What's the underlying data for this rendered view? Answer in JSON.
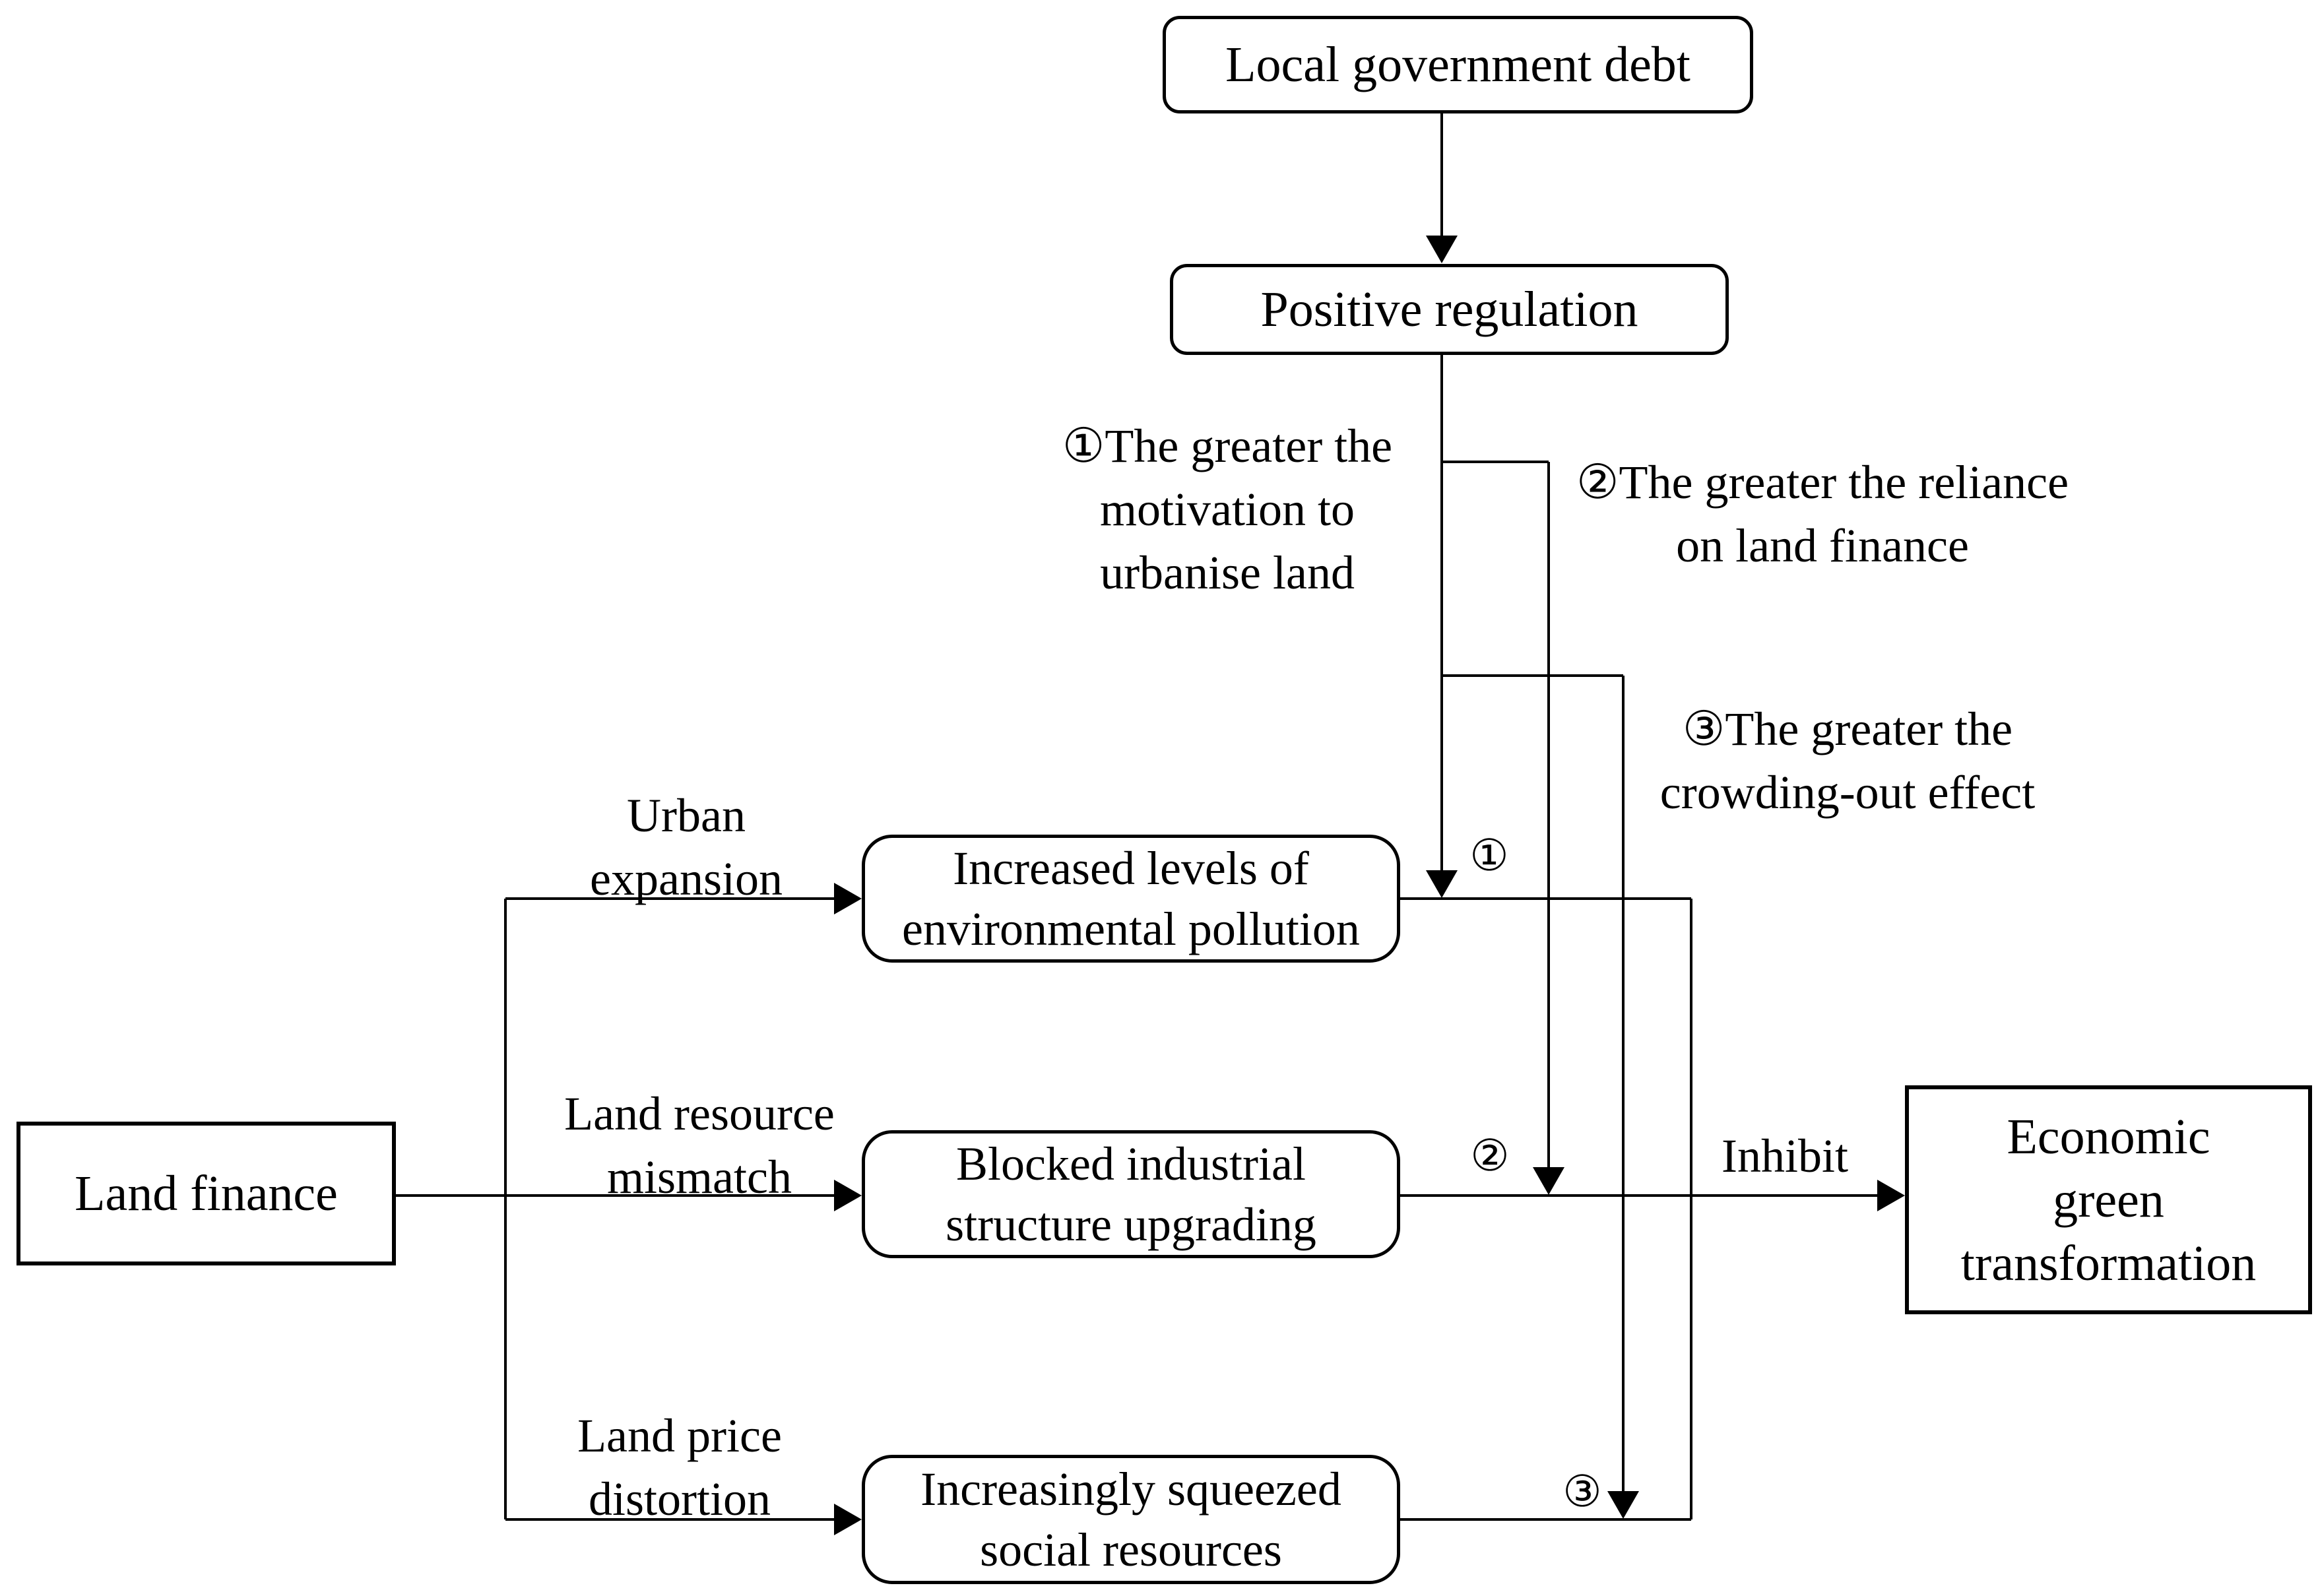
{
  "diagram": {
    "background": "#ffffff",
    "line_color": "#000000",
    "text_color": "#000000",
    "nodes": {
      "local_government_debt": {
        "label": "Local government debt"
      },
      "positive_regulation": {
        "label": "Positive regulation"
      },
      "environmental_pollution": {
        "lines": [
          "Increased levels of",
          "environmental pollution"
        ]
      },
      "industrial_upgrading": {
        "lines": [
          "Blocked industrial",
          "structure upgrading"
        ]
      },
      "social_resources": {
        "lines": [
          "Increasingly squeezed",
          "social resources"
        ]
      },
      "land_finance": {
        "label": "Land finance"
      },
      "economic_green_transformation": {
        "lines": [
          "Economic",
          "green",
          "transformation"
        ]
      }
    },
    "edge_labels": {
      "urban_expansion": {
        "lines": [
          "Urban",
          "expansion"
        ]
      },
      "land_resource_mismatch": {
        "lines": [
          "Land resource",
          "mismatch"
        ]
      },
      "land_price_distortion": {
        "lines": [
          "Land price",
          "distortion"
        ]
      },
      "inhibit": "Inhibit"
    },
    "annotations": {
      "motivation": {
        "lines": [
          "①The greater the",
          "motivation to",
          "urbanise land"
        ]
      },
      "reliance": {
        "lines": [
          "②The greater the reliance",
          "on land finance"
        ]
      },
      "crowding_out": {
        "lines": [
          "③The greater the",
          "crowding-out effect"
        ]
      },
      "marker1": "①",
      "marker2": "②",
      "marker3": "③"
    }
  }
}
